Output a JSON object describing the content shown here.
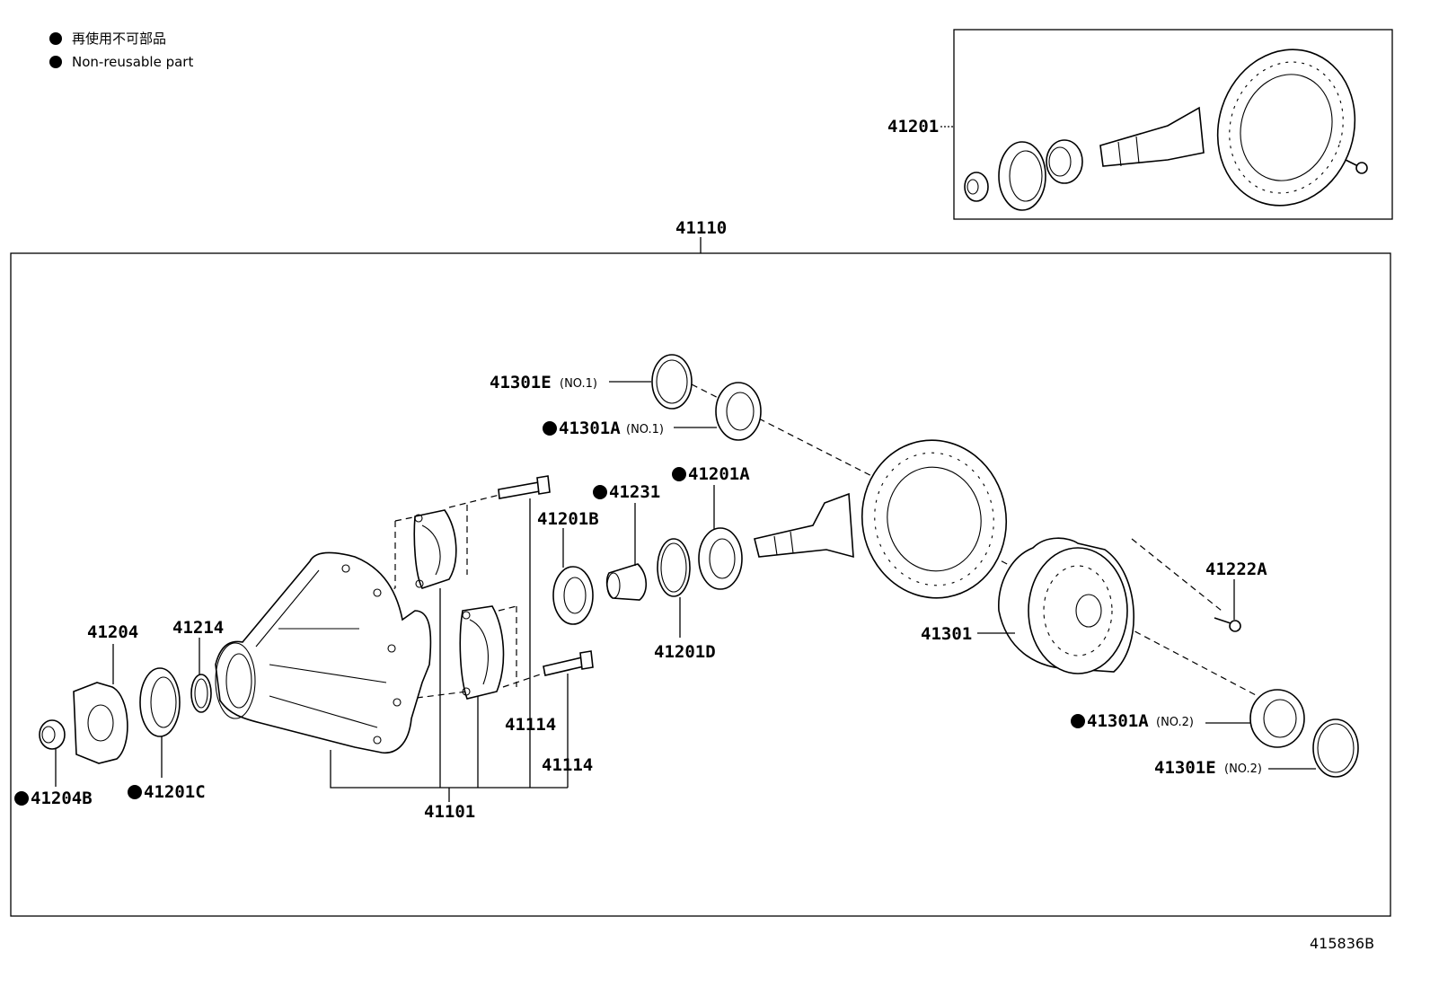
{
  "legend": {
    "jp": "再使用不可部品",
    "en": "Non-reusable part"
  },
  "diagram_id": "415836B",
  "assembly_label": "41110",
  "inset_label": "41201",
  "labels": {
    "p41301E_1": "41301E",
    "p41301E_1_sub": "(NO.1)",
    "p41301A_1": "41301A",
    "p41301A_1_sub": "(NO.1)",
    "p41231": "41231",
    "p41201A": "41201A",
    "p41201B": "41201B",
    "p41201D": "41201D",
    "p41222A": "41222A",
    "p41301": "41301",
    "p41204": "41204",
    "p41214": "41214",
    "p41114a": "41114",
    "p41114b": "41114",
    "p41101": "41101",
    "p41301A_2": "41301A",
    "p41301A_2_sub": "(NO.2)",
    "p41301E_2": "41301E",
    "p41301E_2_sub": "(NO.2)",
    "p41204B": "41204B",
    "p41201C": "41201C"
  }
}
